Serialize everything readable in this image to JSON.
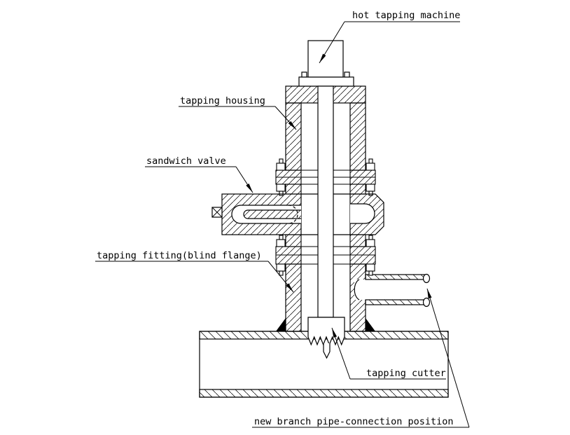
{
  "diagram": {
    "type": "technical-cross-section-drawing",
    "title": "hot tapping assembly",
    "colors": {
      "background": "#ffffff",
      "line": "#000000",
      "weld_fill": "#000000"
    },
    "labels": {
      "machine": "hot tapping machine",
      "housing": "tapping housing",
      "valve": "sandwich valve",
      "fitting": "tapping fitting(blind flange)",
      "cutter": "tapping cutter",
      "branch": "new branch pipe-connection position"
    },
    "components": [
      "hot-tapping-machine-body",
      "machine-adapter-plate",
      "tapping-housing",
      "housing-top-flange",
      "upper-flange-joint",
      "sandwich-valve-body",
      "valve-gate-plate",
      "valve-end-handle",
      "lower-flange-joint",
      "tapping-fitting-neck",
      "weld-fillets",
      "branch-pipe-stub",
      "main-pipe",
      "cutter-drive-shaft",
      "tapping-cutter",
      "pilot-drill"
    ]
  }
}
